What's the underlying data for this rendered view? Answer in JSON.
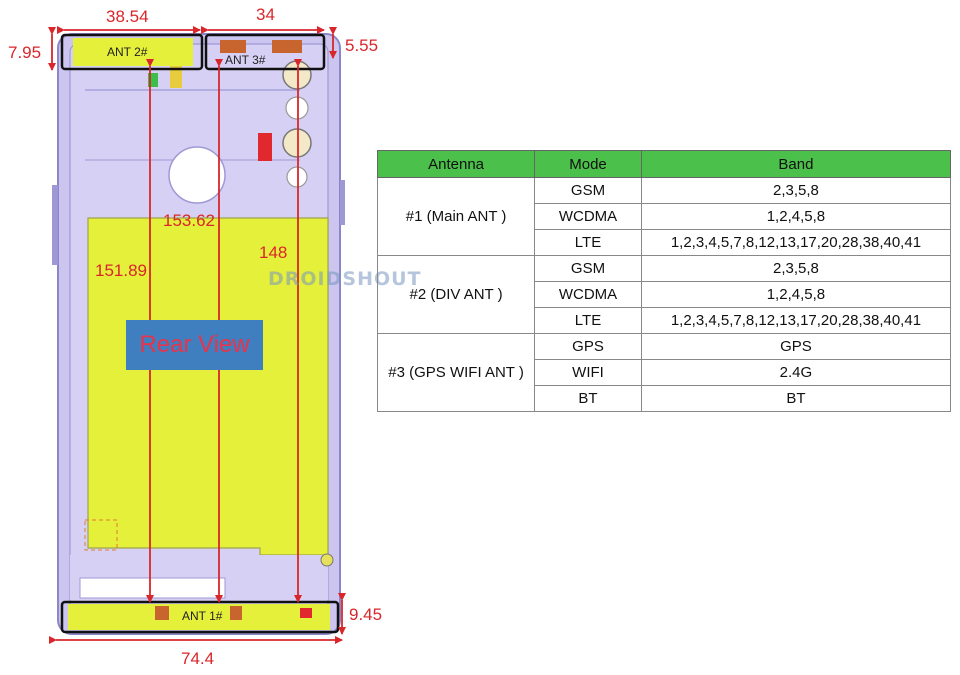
{
  "diagram": {
    "dimensions": {
      "top_left_width": "38.54",
      "top_right_width": "34",
      "top_left_height": "7.95",
      "top_right_height": "5.55",
      "height_left": "151.89",
      "height_center": "153.62",
      "height_right": "148",
      "bottom_height": "9.45",
      "bottom_width": "74.4"
    },
    "antennas": {
      "ant2": "ANT 2#",
      "ant3": "ANT 3#",
      "ant1": "ANT 1#"
    },
    "view_label": "Rear View",
    "watermark": "DROIDSHOUT",
    "colors": {
      "dimension_red": "#d9262b",
      "frame_lavender": "#c9c3ee",
      "battery_yellow": "#e5f03a",
      "label_blue": "#3f7fc0",
      "header_green": "#4bc04b"
    }
  },
  "table": {
    "headers": [
      "Antenna",
      "Mode",
      "Band"
    ],
    "groups": [
      {
        "antenna": "#1 (Main ANT )",
        "rows": [
          {
            "mode": "GSM",
            "band": "2,3,5,8"
          },
          {
            "mode": "WCDMA",
            "band": "1,2,4,5,8"
          },
          {
            "mode": "LTE",
            "band": "1,2,3,4,5,7,8,12,13,17,20,28,38,40,41"
          }
        ]
      },
      {
        "antenna": "#2 (DIV ANT )",
        "rows": [
          {
            "mode": "GSM",
            "band": "2,3,5,8"
          },
          {
            "mode": "WCDMA",
            "band": "1,2,4,5,8"
          },
          {
            "mode": "LTE",
            "band": "1,2,3,4,5,7,8,12,13,17,20,28,38,40,41"
          }
        ]
      },
      {
        "antenna": "#3 (GPS WIFI ANT )",
        "rows": [
          {
            "mode": "GPS",
            "band": "GPS"
          },
          {
            "mode": "WIFI",
            "band": "2.4G"
          },
          {
            "mode": "BT",
            "band": "BT"
          }
        ]
      }
    ]
  }
}
